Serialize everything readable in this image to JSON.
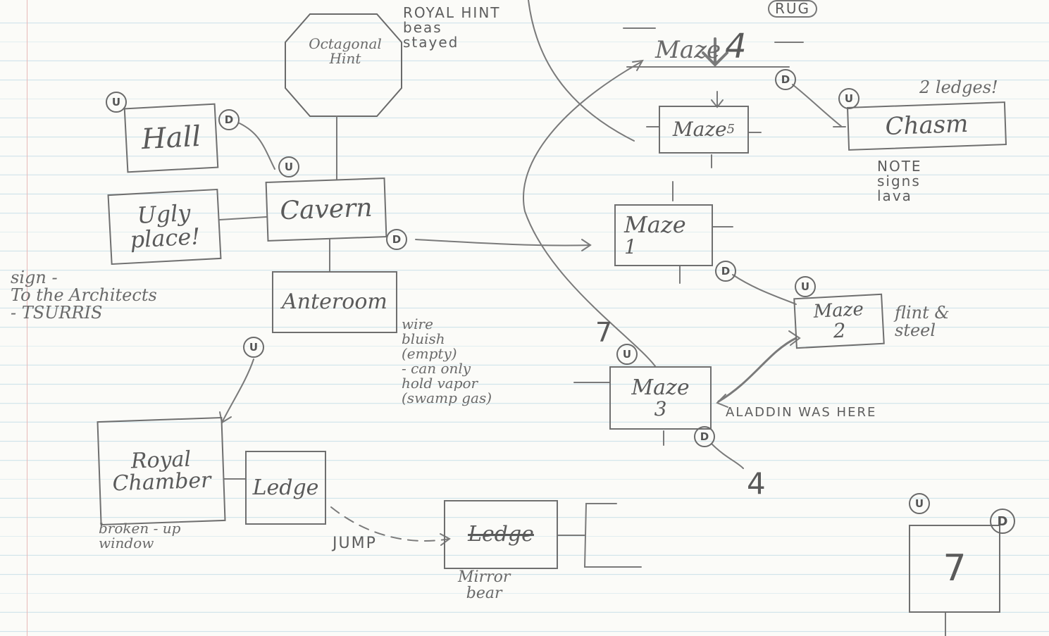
{
  "rooms": {
    "hall": "Hall",
    "ugly": "Ugly\nplace!",
    "octagonal": "Octagonal\nHint",
    "cavern": "Cavern",
    "anteroom": "Anteroom",
    "royal": "Royal\nChamber",
    "ledge": "Ledge",
    "ledge2": "Ledge",
    "maze4": "Maze",
    "maze4_num": "4",
    "maze5": "Maze",
    "maze5_num": "5",
    "maze1": "Maze",
    "maze1_num": "1",
    "maze2": "Maze",
    "maze2_num": "2",
    "maze3": "Maze",
    "maze3_num": "3",
    "chasm": "Chasm",
    "box7": "7"
  },
  "markers": {
    "up": "U",
    "down": "D"
  },
  "notes": {
    "royal_hint": "ROYAL HINT\nbeas\nstayed",
    "rug": "RUG",
    "two_ledges": "2 ledges!",
    "chasm_note": "NOTE\nsigns\nlava",
    "sign": "sign -\nTo the Architects\n- TSURRIS",
    "wire": "wire\nbluish\n(empty)\n- can only\nhold vapor\n(swamp gas)",
    "broken_window": "broken - up\nwindow",
    "jump": "JUMP",
    "mirror_bear": "Mirror\nbear",
    "flint": "flint &\nsteel",
    "aladdin": "ALADDIN WAS HERE",
    "seven": "7",
    "four": "4"
  }
}
